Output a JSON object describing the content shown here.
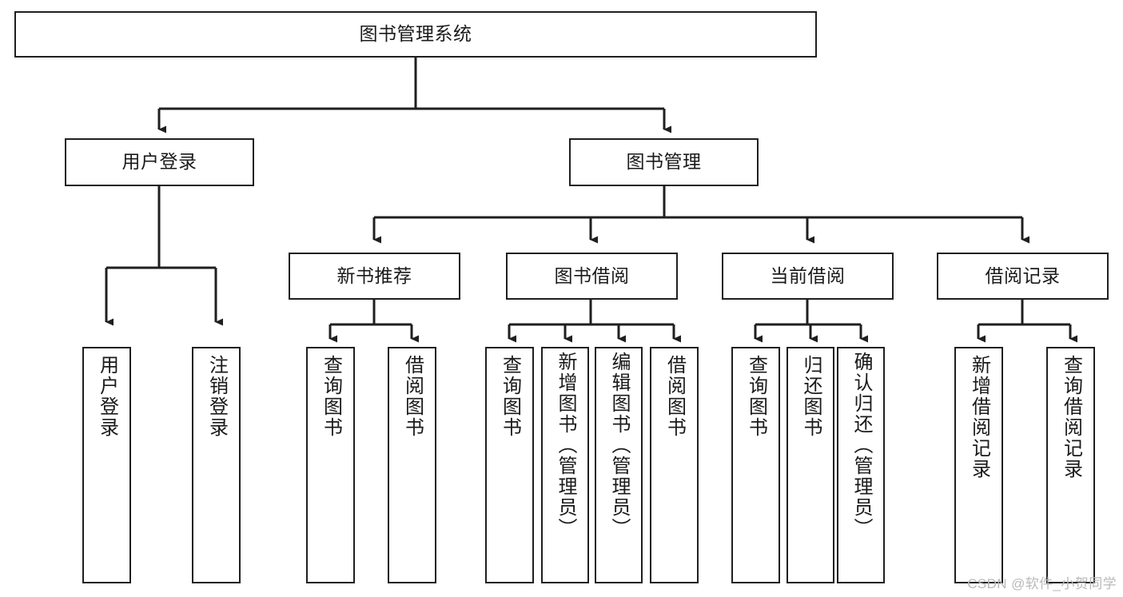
{
  "diagram": {
    "title": "图书管理系统",
    "type": "tree-hierarchy-diagram",
    "colors": {
      "stroke": "#1f1f1f",
      "fill": "#ffffff",
      "background": "#ffffff",
      "watermark": "#b9b9b9"
    },
    "root": {
      "label": "图书管理系统"
    },
    "level2": [
      {
        "label": "用户登录"
      },
      {
        "label": "图书管理"
      }
    ],
    "level3": [
      {
        "label": "新书推荐"
      },
      {
        "label": "图书借阅"
      },
      {
        "label": "当前借阅"
      },
      {
        "label": "借阅记录"
      }
    ],
    "leaves": {
      "user_login": [
        {
          "label": "用户登录"
        },
        {
          "label": "注销登录"
        }
      ],
      "new_book_recommend": [
        {
          "label": "查询图书"
        },
        {
          "label": "借阅图书"
        }
      ],
      "book_borrow": [
        {
          "label": "查询图书"
        },
        {
          "label": "新增图书（管理员）"
        },
        {
          "label": "编辑图书（管理员）"
        },
        {
          "label": "借阅图书"
        }
      ],
      "current_borrow": [
        {
          "label": "查询图书"
        },
        {
          "label": "归还图书"
        },
        {
          "label": "确认归还（管理员）"
        }
      ],
      "borrow_record": [
        {
          "label": "新增借阅记录"
        },
        {
          "label": "查询借阅记录"
        }
      ]
    },
    "watermark": "CSDN @软件_小贺同学"
  }
}
